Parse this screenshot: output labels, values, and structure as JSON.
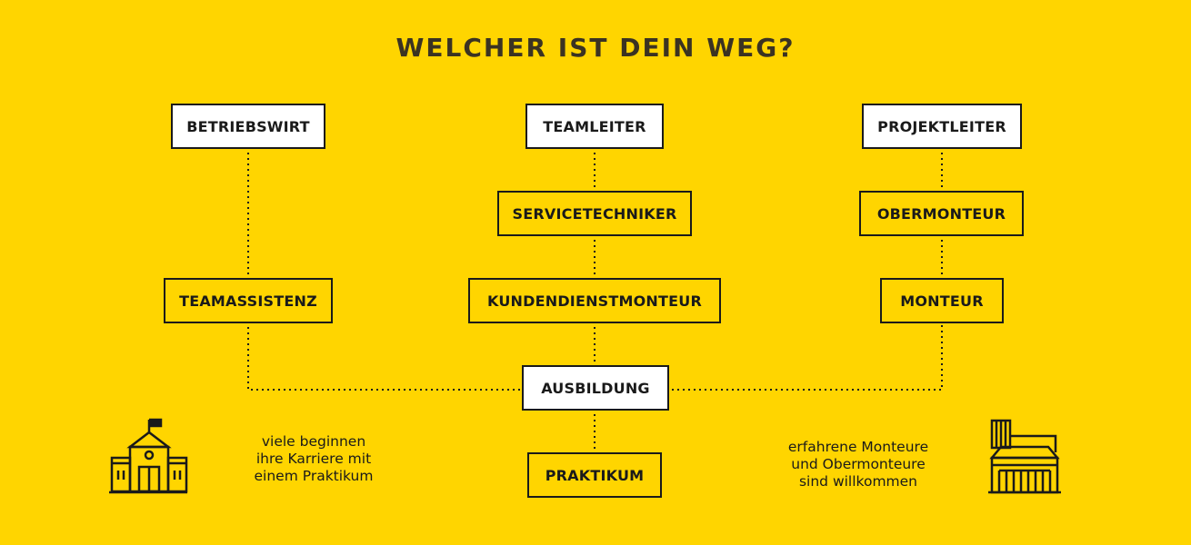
{
  "title": "WELCHER IST DEIN WEG?",
  "nodes": {
    "betriebswirt": "BETRIEBSWIRT",
    "teamleiter": "TEAMLEITER",
    "projektleiter": "PROJEKTLEITER",
    "servicetechniker": "SERVICETECHNIKER",
    "obermonteur": "OBERMONTEUR",
    "teamassistenz": "TEAMASSISTENZ",
    "kundendienstmonteur": "KUNDENDIENSTMONTEUR",
    "monteur": "MONTEUR",
    "ausbildung": "AUSBILDUNG",
    "praktikum": "PRAKTIKUM"
  },
  "notes": {
    "left": [
      "viele beginnen",
      "ihre Karriere mit",
      "einem Praktikum"
    ],
    "right": [
      "erfahrene Monteure",
      "und Obermonteure",
      "sind willkommen"
    ]
  },
  "icons": {
    "left": "school-building-icon",
    "right": "factory-building-icon"
  },
  "colors": {
    "background": "#FFD500",
    "ink": "#1a1a1a",
    "title": "#3b3322"
  }
}
